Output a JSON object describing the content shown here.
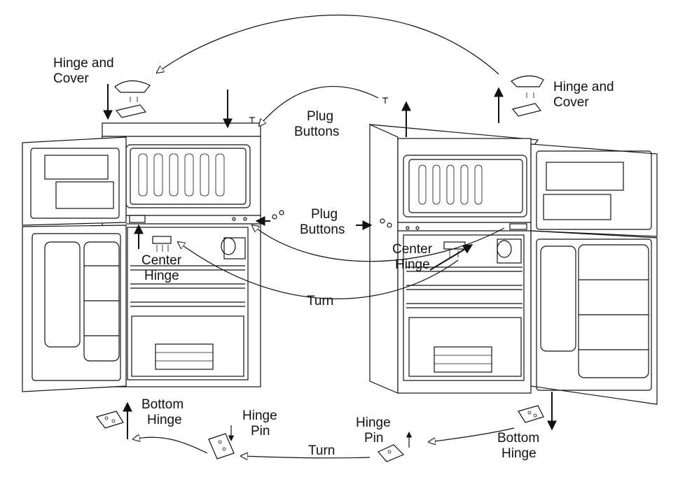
{
  "labels": {
    "hinge_cover_left_1": "Hinge and",
    "hinge_cover_left_2": "Cover",
    "hinge_cover_right_1": "Hinge and",
    "hinge_cover_right_2": "Cover",
    "plug_top_1": "Plug",
    "plug_top_2": "Buttons",
    "plug_mid_1": "Plug",
    "plug_mid_2": "Buttons",
    "center_left_1": "Center",
    "center_left_2": "Hinge",
    "center_right_1": "Center",
    "center_right_2": "Hinge",
    "turn_mid": "Turn",
    "turn_bottom": "Turn",
    "bottom_left_1": "Bottom",
    "bottom_left_2": "Hinge",
    "bottom_right_1": "Bottom",
    "bottom_right_2": "Hinge",
    "pin_left_1": "Hinge",
    "pin_left_2": "Pin",
    "pin_right_1": "Hinge",
    "pin_right_2": "Pin"
  }
}
